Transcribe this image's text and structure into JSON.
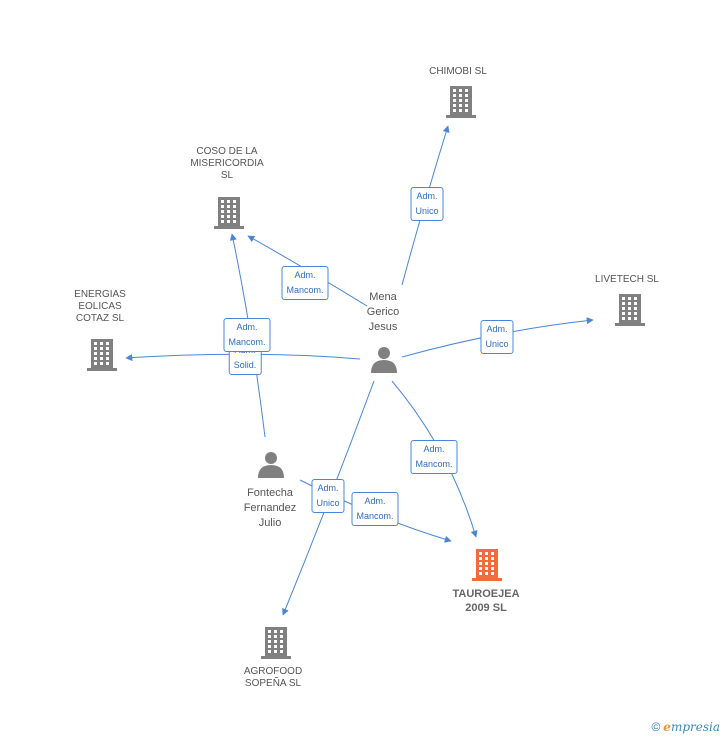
{
  "nodes": {
    "chimobi": {
      "label": "CHIMOBI SL",
      "kind": "company"
    },
    "coso": {
      "label": "COSO DE LA\nMISERICORDIA\nSL",
      "kind": "company"
    },
    "livetech": {
      "label": "LIVETECH  SL",
      "kind": "company"
    },
    "energias": {
      "label": "ENERGIAS\nEOLICAS\nCOTAZ SL",
      "kind": "company"
    },
    "mena": {
      "label": "Mena\nGerico\nJesus",
      "kind": "person"
    },
    "fontecha": {
      "label": "Fontecha\nFernandez\nJulio",
      "kind": "person"
    },
    "tauroejea": {
      "label": "TAUROEJEA\n2009 SL",
      "kind": "company",
      "highlight": true
    },
    "agrofood": {
      "label": "AGROFOOD\nSOPEÑA  SL",
      "kind": "company"
    }
  },
  "edge_labels": {
    "chimobi": "Adm.\nUnico",
    "coso": "Adm.\nMancom.",
    "livetech": "Adm.\nUnico",
    "energias_mancom": "Adm.\nMancom.",
    "energias_solid": "Adm.\nSolid.",
    "tauroejea_mena": "Adm.\nMancom.",
    "agrofood": "Adm.\nUnico",
    "tauroejea_fontecha": "Adm.\nMancom."
  },
  "colors": {
    "company": "#808080",
    "company_highlight": "#f26b3a",
    "person": "#808080",
    "edge": "#4a86d8"
  },
  "footer": {
    "copyright": "©",
    "brand_initial": "e",
    "brand_rest": "mpresia"
  }
}
